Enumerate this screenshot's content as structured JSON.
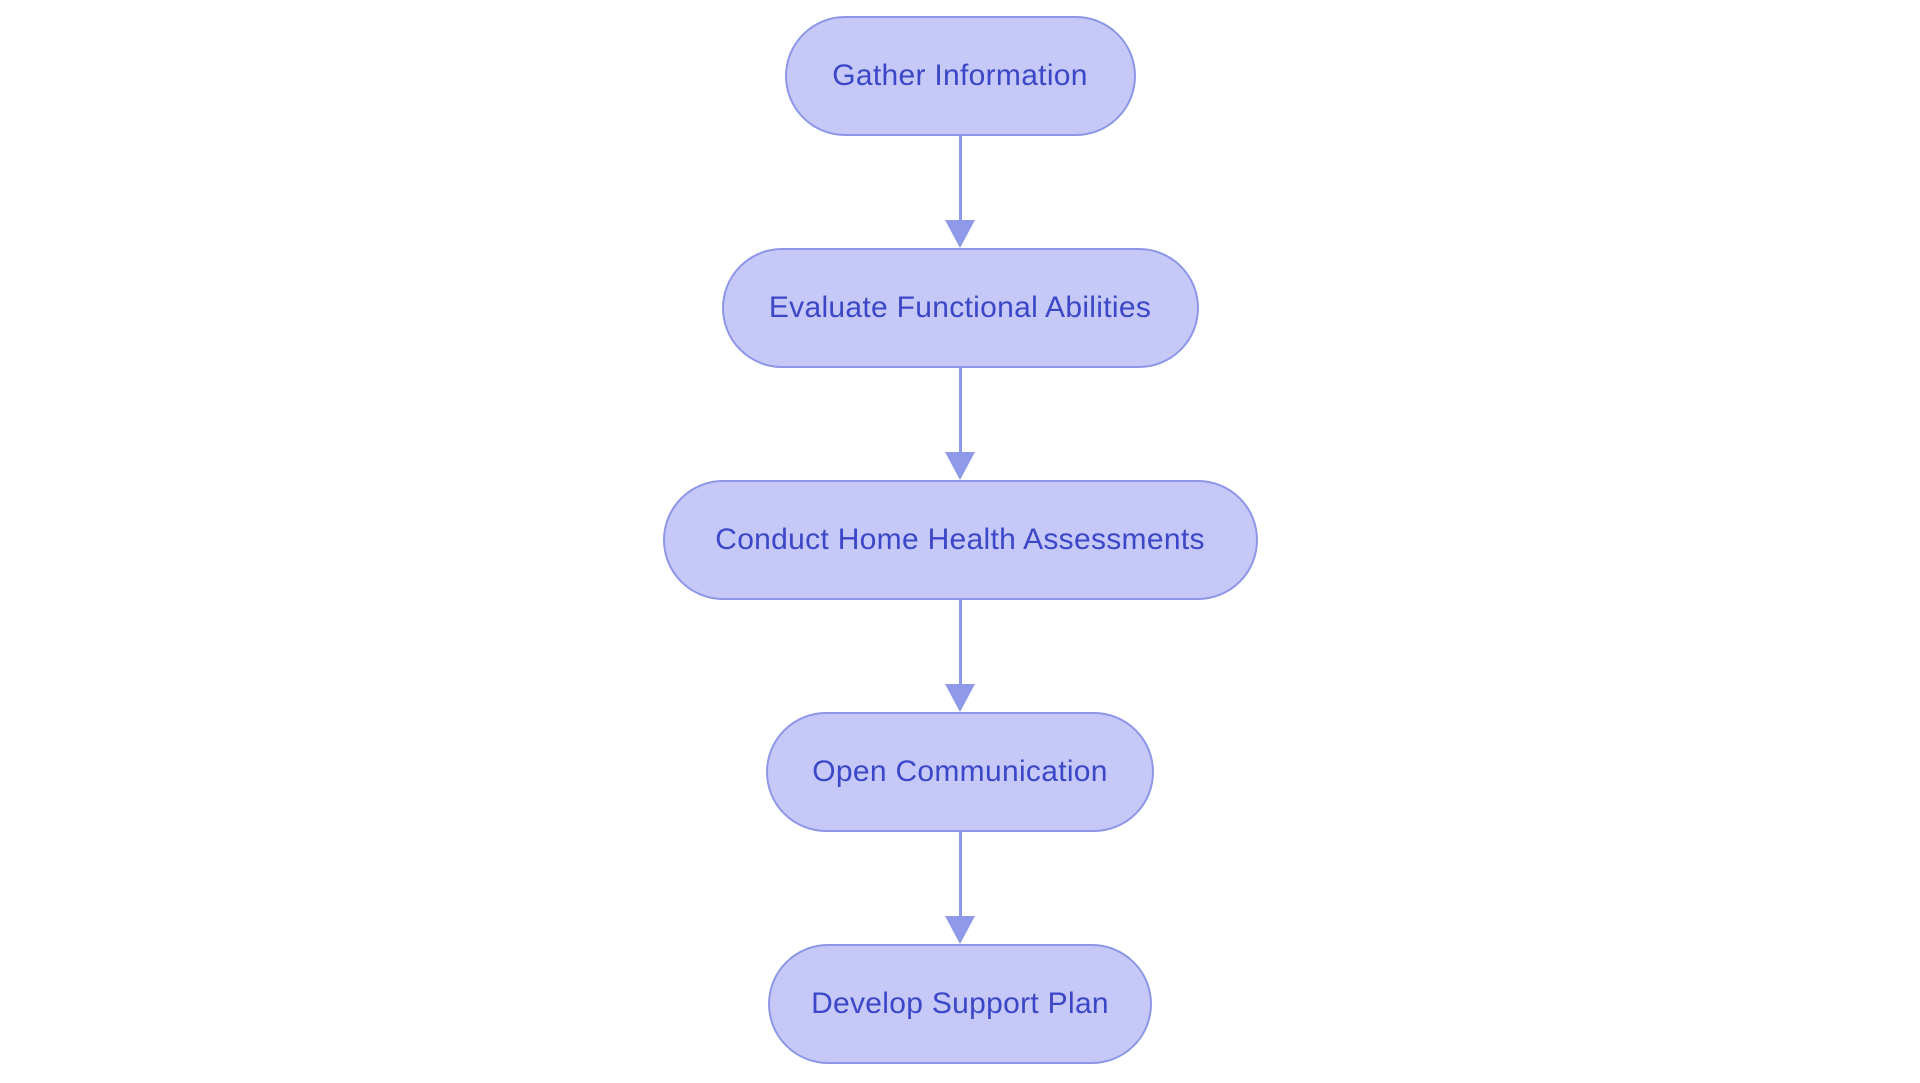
{
  "diagram": {
    "type": "flowchart",
    "orientation": "vertical",
    "colors": {
      "page_bg": "#ffffff",
      "node_fill": "#c6c9f7",
      "node_border": "#8e96e8",
      "node_text": "#3b46c8",
      "arrow_color": "#8f99ea"
    },
    "steps": [
      {
        "id": "gather-information",
        "label": "Gather Information"
      },
      {
        "id": "evaluate-functional-abilities",
        "label": "Evaluate Functional Abilities"
      },
      {
        "id": "conduct-home-health-assessments",
        "label": "Conduct Home Health Assessments"
      },
      {
        "id": "open-communication",
        "label": "Open Communication"
      },
      {
        "id": "develop-support-plan",
        "label": "Develop Support Plan"
      }
    ],
    "edges": [
      {
        "from": "gather-information",
        "to": "evaluate-functional-abilities"
      },
      {
        "from": "evaluate-functional-abilities",
        "to": "conduct-home-health-assessments"
      },
      {
        "from": "conduct-home-health-assessments",
        "to": "open-communication"
      },
      {
        "from": "open-communication",
        "to": "develop-support-plan"
      }
    ]
  }
}
